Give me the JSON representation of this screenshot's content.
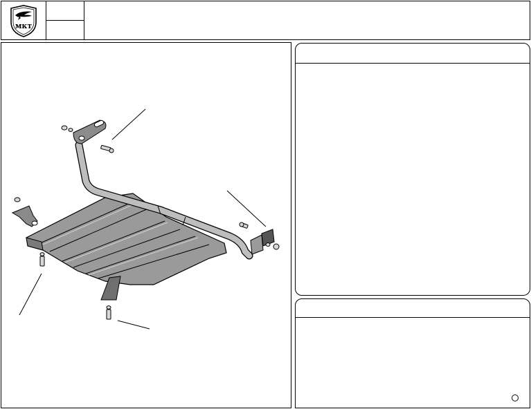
{
  "header": {
    "logo": {
      "icon": "shield-eagle-logo",
      "lettering": "мкт"
    },
    "code_top": "",
    "code_bottom": "",
    "title": ""
  },
  "drawing": {
    "icon": "skid-plate-assembly-drawing",
    "callouts": [
      "",
      "",
      "",
      ""
    ]
  },
  "info_top": {
    "heading": "",
    "body": ""
  },
  "info_bottom": {
    "heading": "",
    "body": ""
  }
}
